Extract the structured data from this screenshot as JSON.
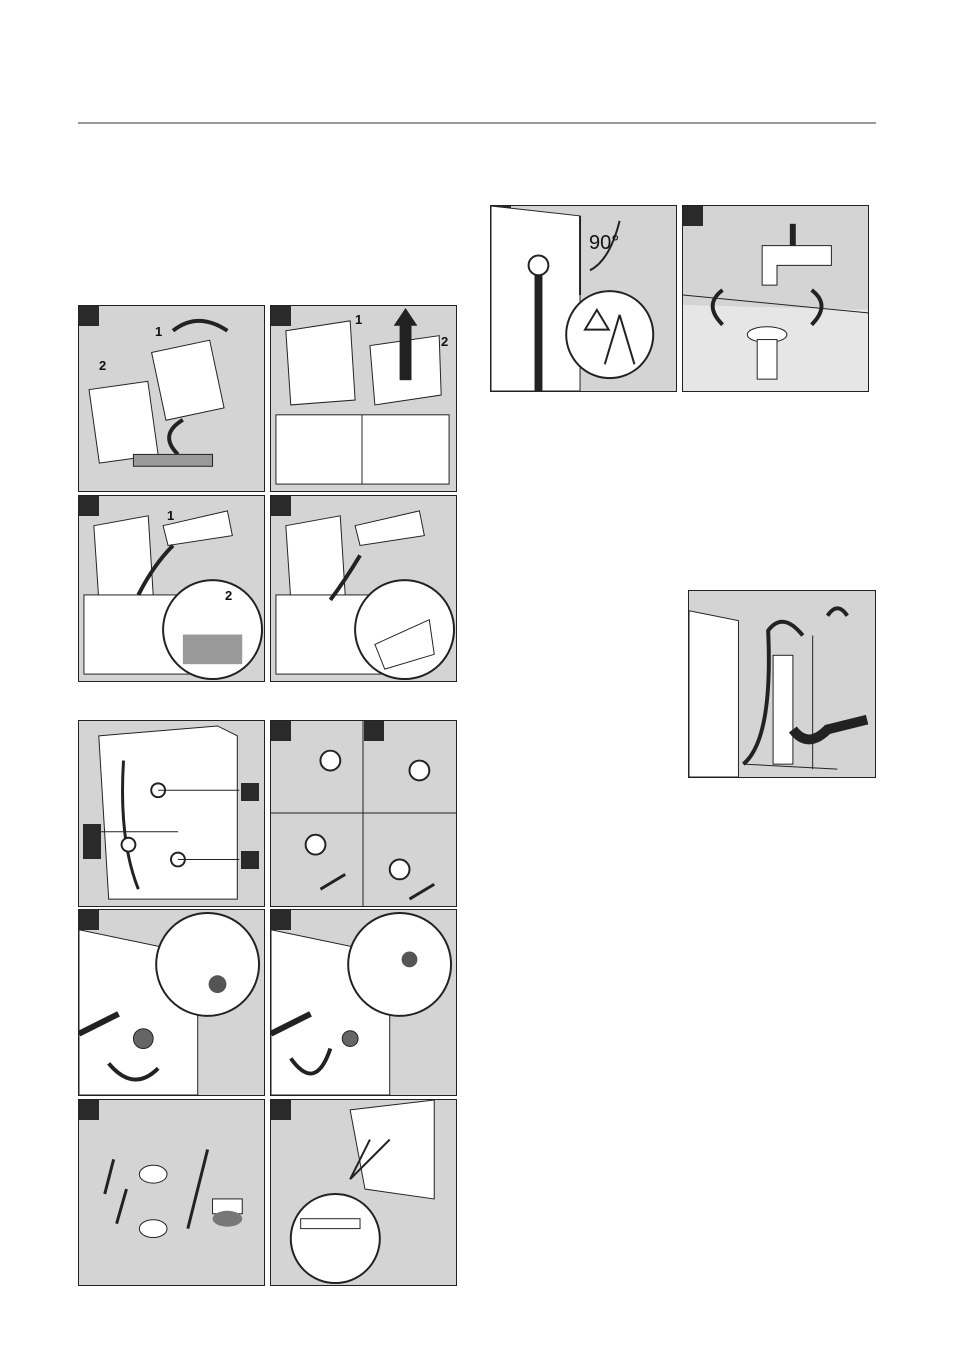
{
  "labels": {
    "step_1": "1",
    "step_2": "2",
    "angle": "90°"
  },
  "colors": {
    "panel_bg": "#d4d4d4",
    "line": "#222222",
    "rule": "#9a9a9a",
    "tag": "#2a2a2a"
  }
}
